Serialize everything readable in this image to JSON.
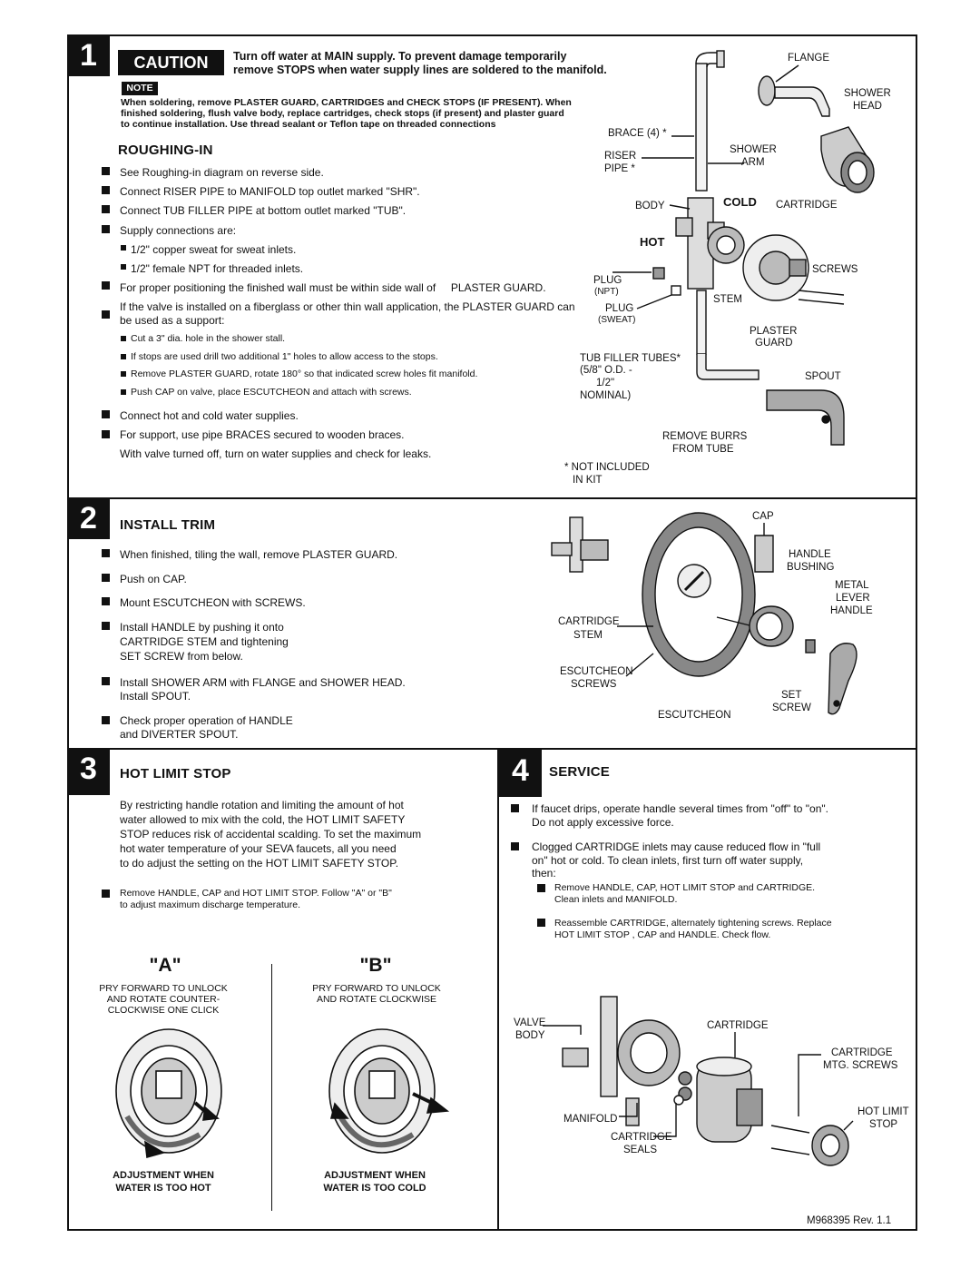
{
  "sections": {
    "one": {
      "number": "1",
      "caution_label": "CAUTION",
      "caution_line1": "Turn off water at MAIN supply.  To prevent damage temporarily",
      "caution_line2": "remove STOPS when water supply lines are soldered to the manifold.",
      "note_label": "NOTE",
      "note_line1": "When soldering, remove PLASTER GUARD, CARTRIDGES and CHECK STOPS (IF PRESENT). When",
      "note_line2": "finished soldering, flush valve body, replace cartridges, check stops (if present) and plaster guard",
      "note_line3": "to continue installation. Use thread sealant or Teflon tape on threaded connections",
      "heading": "ROUGHING-IN",
      "items": [
        "See Roughing-in diagram on reverse side.",
        "Connect RISER PIPE to MANIFOLD top outlet marked \"SHR\".",
        "Connect TUB FILLER PIPE at bottom outlet marked \"TUB\".",
        "Supply connections are:"
      ],
      "sub_items": [
        "1/2\" copper sweat for sweat inlets.",
        "1/2\" female NPT for threaded inlets."
      ],
      "plaster_item": "For proper positioning the finished wall must be within side wall of     PLASTER GUARD.",
      "fiberglass_line1": "If the valve is installed on a fiberglass or other thin wall application, the PLASTER GUARD can",
      "fiberglass_line2": "be used as a support:",
      "small_items": [
        "Cut a 3\" dia. hole in the shower stall.",
        "If stops are used drill two additional 1\" holes to allow access to the stops.",
        "Remove PLASTER GUARD, rotate 180° so that indicated screw holes fit manifold.",
        "Push CAP on valve, place ESCUTCHEON and attach with screws."
      ],
      "final_items": [
        "Connect hot and cold water supplies.",
        "For support, use pipe BRACES secured to wooden braces."
      ],
      "last_line": "With valve turned off, turn on water supplies and check for leaks.",
      "diagram": {
        "flange": "FLANGE",
        "shower": "SHOWER",
        "head": "HEAD",
        "brace": "BRACE (4) *",
        "riser": "RISER",
        "pipe": "PIPE *",
        "shower2": "SHOWER",
        "arm": "ARM",
        "body": "BODY",
        "cold": "COLD",
        "cartridge": "CARTRIDGE",
        "hot": "HOT",
        "screws": "SCREWS",
        "plug": "PLUG",
        "npt": "(NPT)",
        "plug2": "PLUG",
        "sweat": "(SWEAT)",
        "stem": "STEM",
        "plaster": "PLASTER",
        "guard": "GUARD",
        "tub": "TUB FILLER TUBES*",
        "od": "(5/8\" O.D. -",
        "half": "1/2\"",
        "nominal": "NOMINAL)",
        "spout": "SPOUT",
        "remove": "REMOVE BURRS",
        "fromtube": "FROM TUBE",
        "notincl": "* NOT INCLUDED",
        "inkit": "IN KIT"
      }
    },
    "two": {
      "number": "2",
      "heading": "INSTALL TRIM",
      "items": [
        "When finished, tiling the wall, remove PLASTER GUARD.",
        "Push on CAP.",
        "Mount ESCUTCHEON with SCREWS."
      ],
      "handle_l1": "Install HANDLE by pushing it onto",
      "handle_l2": "CARTRIDGE STEM and tightening",
      "handle_l3": "SET SCREW from below.",
      "arm_l1": "Install SHOWER ARM with FLANGE and SHOWER HEAD.",
      "arm_l2": "Install SPOUT.",
      "check_l1": "Check proper operation of HANDLE",
      "check_l2": "and DIVERTER SPOUT.",
      "diagram": {
        "cap": "CAP",
        "handle": "HANDLE",
        "bushing": "BUSHING",
        "metal": "METAL",
        "lever": "LEVER",
        "handle2": "HANDLE",
        "cartridge": "CARTRIDGE",
        "stem": "STEM",
        "escutcheon": "ESCUTCHEON",
        "screws": "SCREWS",
        "set": "SET",
        "screw": "SCREW",
        "escutcheon2": "ESCUTCHEON"
      }
    },
    "three": {
      "number": "3",
      "heading": "HOT LIMIT STOP",
      "para": [
        "By restricting handle rotation and limiting the amount of hot",
        "water allowed to mix with the cold, the HOT LIMIT SAFETY",
        "STOP reduces risk of accidental scalding. To set the maximum",
        "hot water temperature of your SEVA faucets, all you need",
        "to do adjust the setting on the HOT LIMIT SAFETY STOP."
      ],
      "remove_l1": "Remove HANDLE, CAP and HOT LIMIT STOP. Follow \"A\" or \"B\"",
      "remove_l2": "to adjust maximum discharge temperature.",
      "a_title": "\"A\"",
      "a_l1": "PRY FORWARD TO UNLOCK",
      "a_l2": "AND ROTATE COUNTER-",
      "a_l3": "CLOCKWISE ONE CLICK",
      "a_adj1": "ADJUSTMENT WHEN",
      "a_adj2": "WATER IS TOO HOT",
      "b_title": "\"B\"",
      "b_l1": "PRY FORWARD TO UNLOCK",
      "b_l2": "AND ROTATE  CLOCKWISE",
      "b_adj1": "ADJUSTMENT WHEN",
      "b_adj2": "WATER IS TOO COLD"
    },
    "four": {
      "number": "4",
      "heading": "SERVICE",
      "drip_l1": "If faucet drips, operate handle several times from \"off\" to \"on\".",
      "drip_l2": "Do not apply excessive force.",
      "clog_l1": "Clogged CARTRIDGE inlets may cause reduced flow in \"full",
      "clog_l2": "on\" hot or cold. To clean inlets, first turn off water supply,",
      "clog_l3": "then:",
      "sub1_l1": "Remove HANDLE, CAP, HOT LIMIT STOP and CARTRIDGE.",
      "sub1_l2": "Clean inlets and MANIFOLD.",
      "sub2_l1": "Reassemble CARTRIDGE, alternately tightening screws. Replace",
      "sub2_l2": "HOT LIMIT STOP , CAP and HANDLE. Check flow.",
      "diagram": {
        "valve": "VALVE",
        "body": "BODY",
        "cartridge": "CARTRIDGE",
        "cartridge2": "CARTRIDGE",
        "mtg": "MTG. SCREWS",
        "hotlimit": "HOT LIMIT",
        "stop": "STOP",
        "manifold": "MANIFOLD",
        "cartridge3": "CARTRIDGE",
        "seals": "SEALS"
      }
    }
  },
  "footer": {
    "doc_number": "M968395 Rev. 1.1"
  }
}
